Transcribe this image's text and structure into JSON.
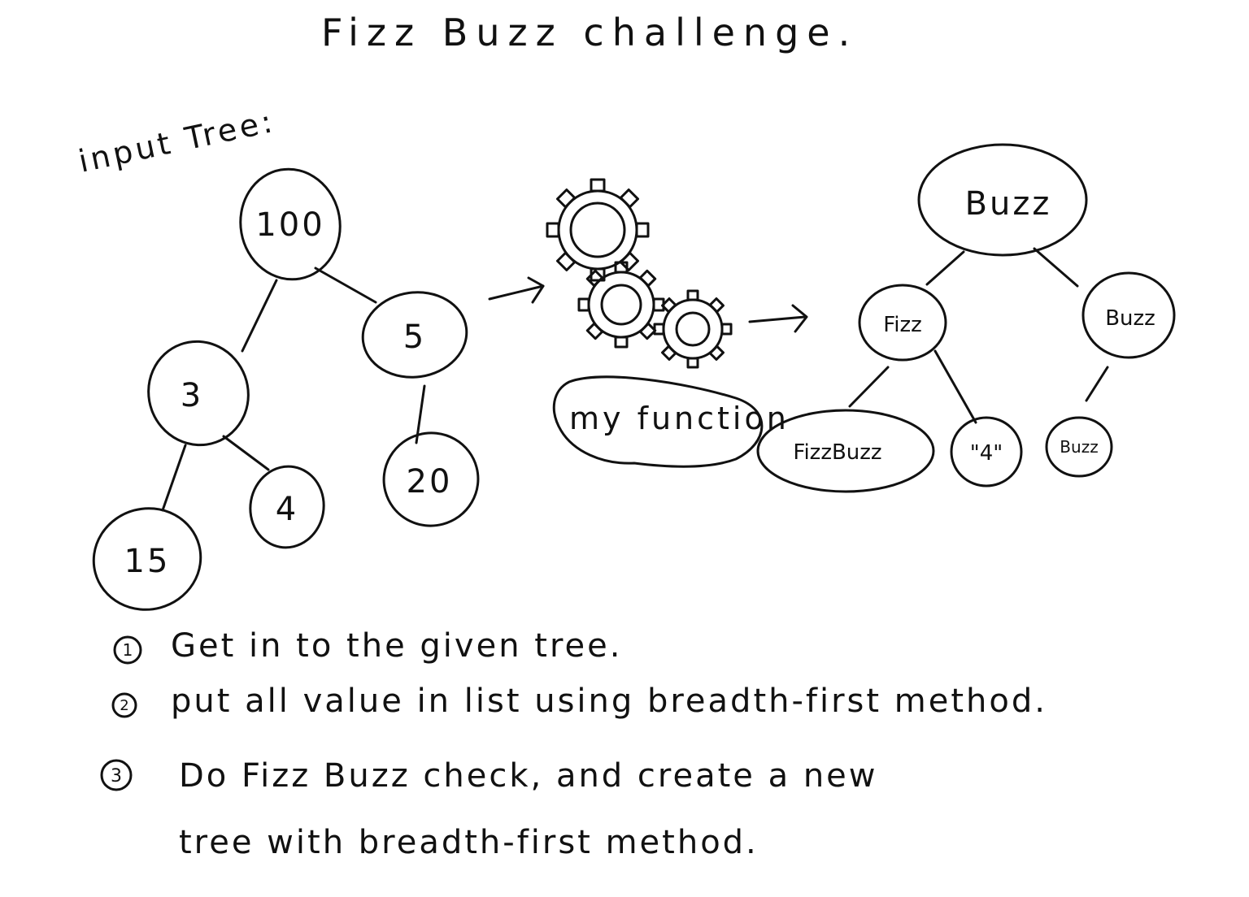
{
  "title": "Fizz Buzz challenge.",
  "input_label": "input Tree:",
  "function_label": "my function",
  "input_tree": {
    "root": "100",
    "left": "3",
    "right": "5",
    "left_left": "15",
    "left_right": "4",
    "right_left": "20"
  },
  "output_tree": {
    "root": "Buzz",
    "left": "Fizz",
    "right": "Buzz",
    "left_left": "FizzBuzz",
    "left_right": "\"4\"",
    "right_left": "Buzz"
  },
  "steps": [
    {
      "marker": "1",
      "line1": "Get in to the given tree.",
      "line2": ""
    },
    {
      "marker": "2",
      "line1": "put all value in list using breadth-first method.",
      "line2": ""
    },
    {
      "marker": "3",
      "line1": "Do Fizz Buzz check, and create a new",
      "line2": "tree with breadth-first method."
    }
  ],
  "colors": {
    "ink": "#111111",
    "background": "#ffffff"
  },
  "icons": [
    "gear-icon",
    "gear-icon",
    "gear-icon",
    "arrow-icon",
    "arrow-icon"
  ]
}
